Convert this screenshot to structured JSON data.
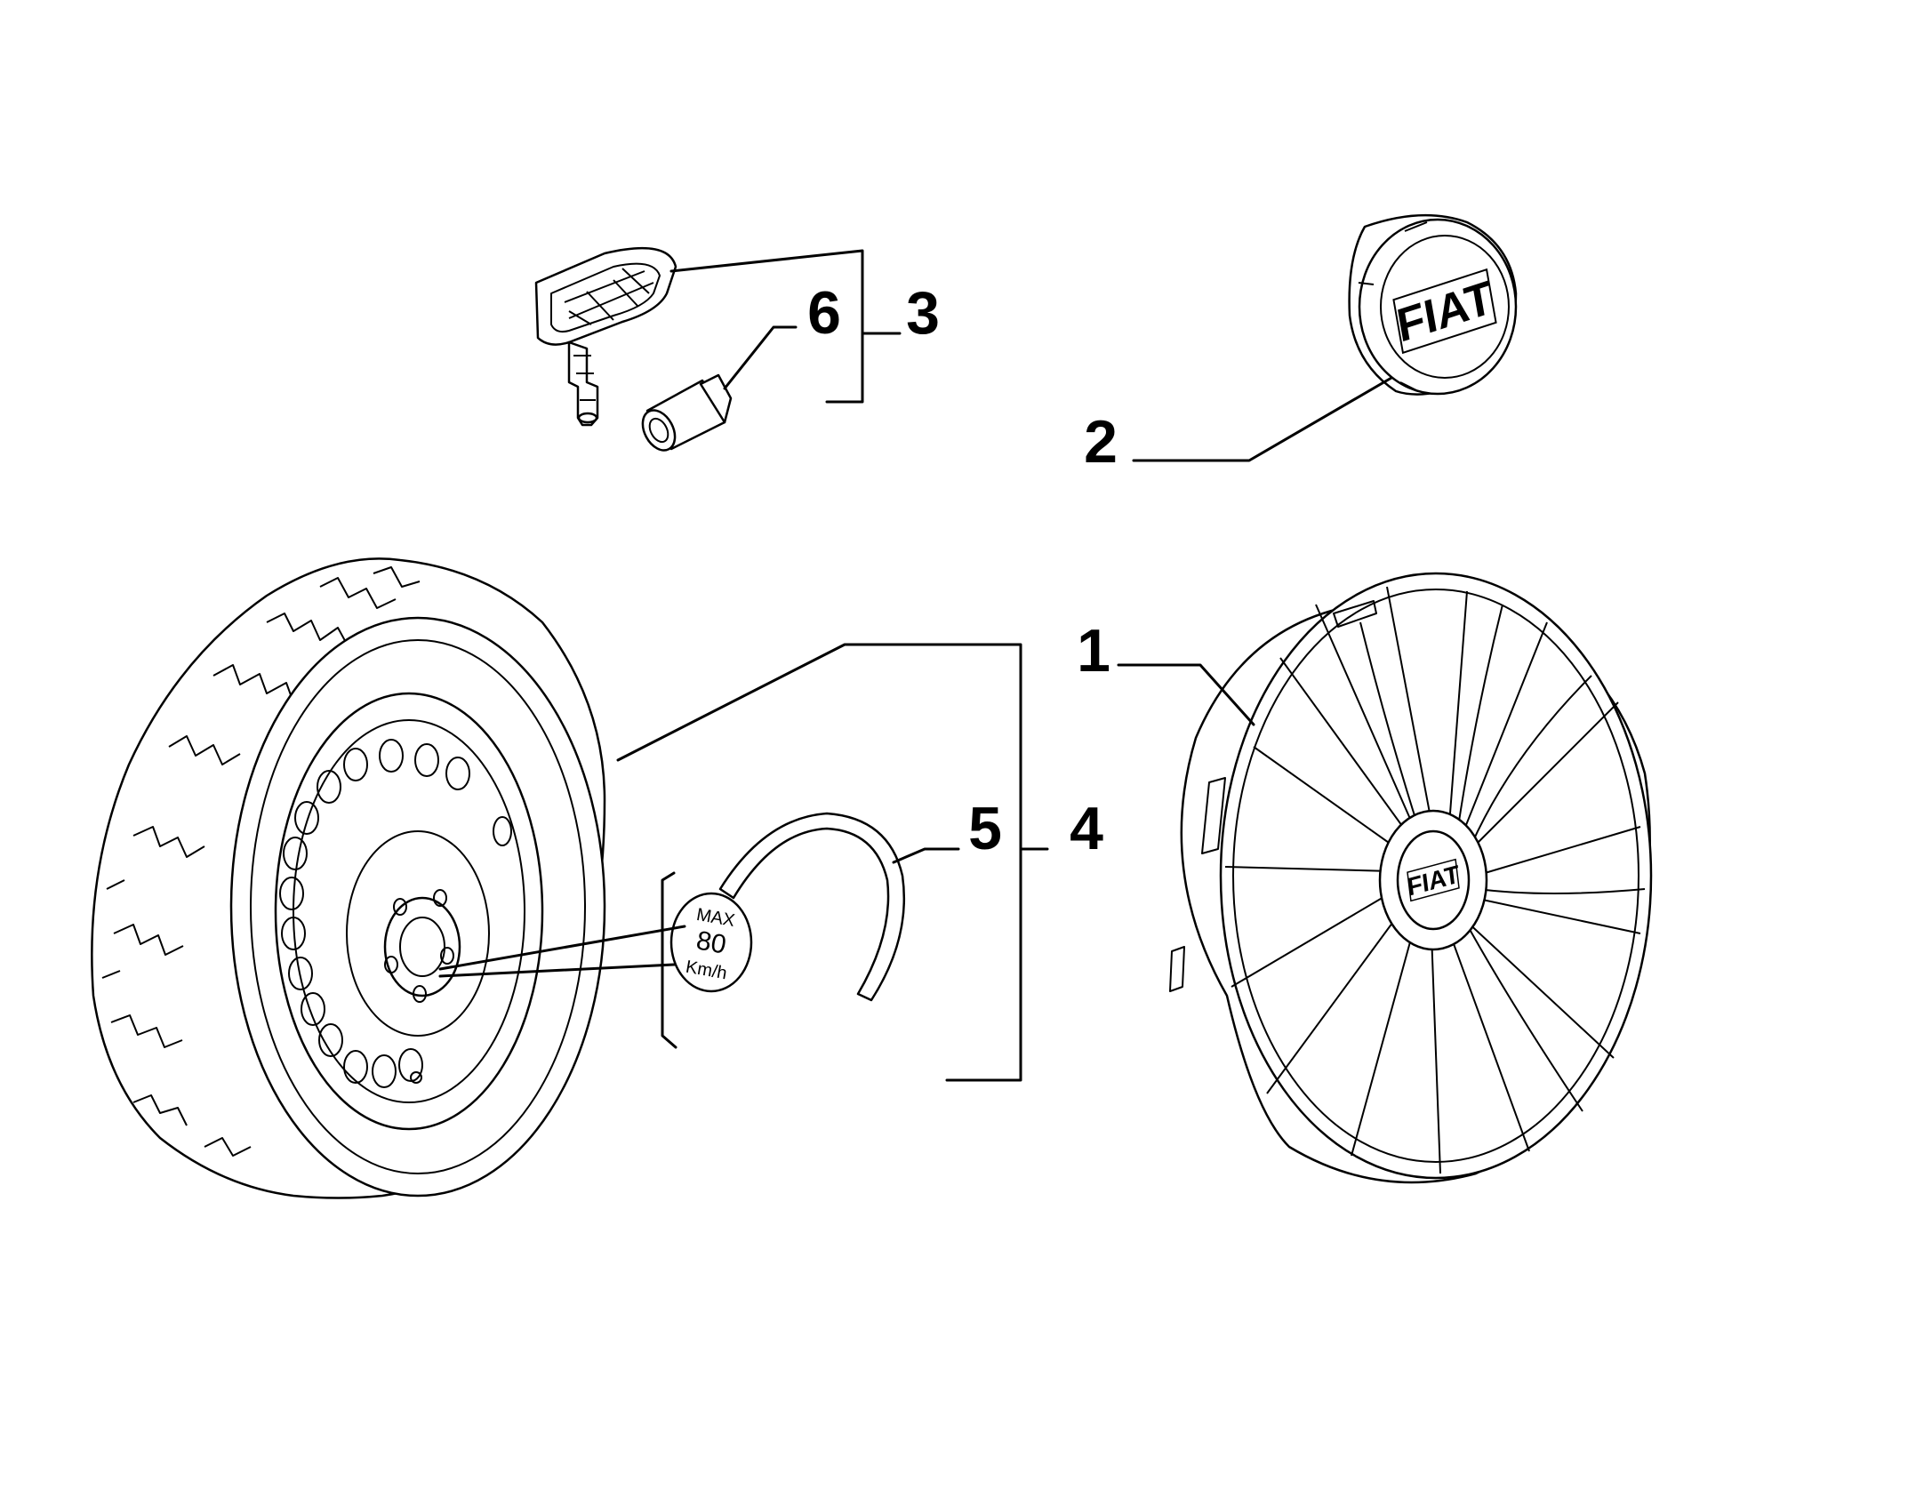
{
  "callouts": {
    "c1": "1",
    "c2": "2",
    "c3": "3",
    "c4": "4",
    "c5": "5",
    "c6": "6"
  },
  "decal": {
    "line1": "MAX",
    "line2": "80",
    "line3": "Km/h"
  },
  "logo_text": "FIAT",
  "colors": {
    "line": "#000000",
    "background": "#ffffff"
  }
}
